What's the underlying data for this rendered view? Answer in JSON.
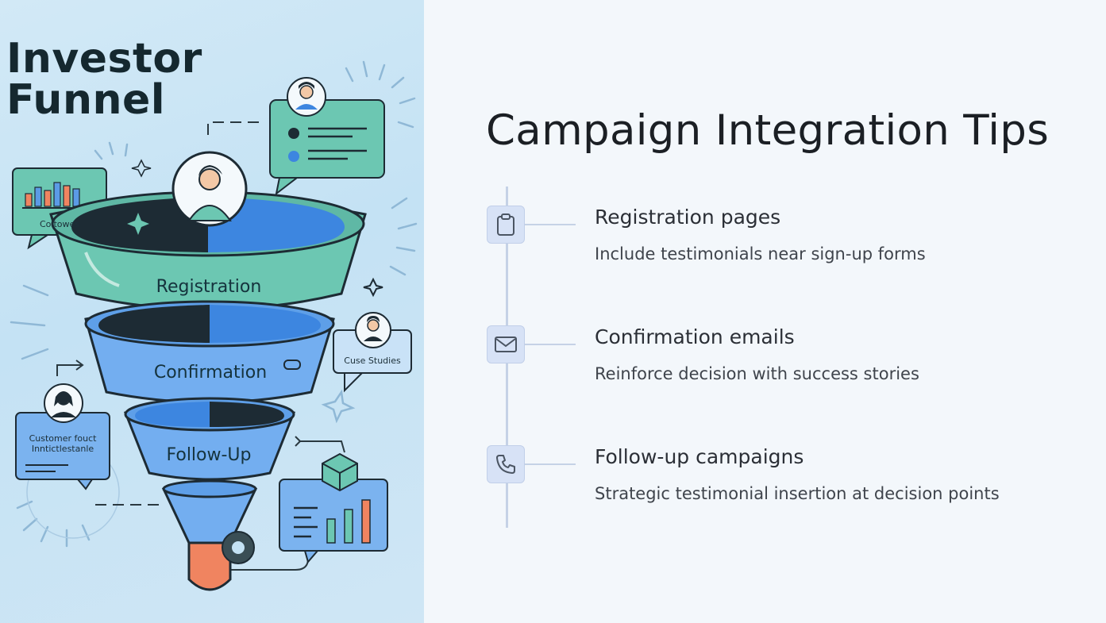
{
  "illustration": {
    "title_line1": "Investor",
    "title_line2": "Funnel",
    "stages": [
      "Registration",
      "Confirmation",
      "Follow-Up"
    ],
    "bubble_chart_label": "Coltowes",
    "bubble_case_label": "Cuse Studies",
    "bubble_customer_line1": "Customer fouct",
    "bubble_customer_line2": "Inntictlestanle",
    "colors": {
      "teal": "#6cc7b2",
      "blue": "#5b9be6",
      "navy": "#1d2b34",
      "orange": "#f08460"
    }
  },
  "page": {
    "title": "Campaign Integration Tips"
  },
  "tips": [
    {
      "icon": "clipboard-icon",
      "heading": "Registration pages",
      "description": "Include testimonials near sign-up forms"
    },
    {
      "icon": "envelope-icon",
      "heading": "Confirmation emails",
      "description": "Reinforce decision with success stories"
    },
    {
      "icon": "phone-icon",
      "heading": "Follow-up campaigns",
      "description": "Strategic testimonial insertion at decision points"
    }
  ]
}
